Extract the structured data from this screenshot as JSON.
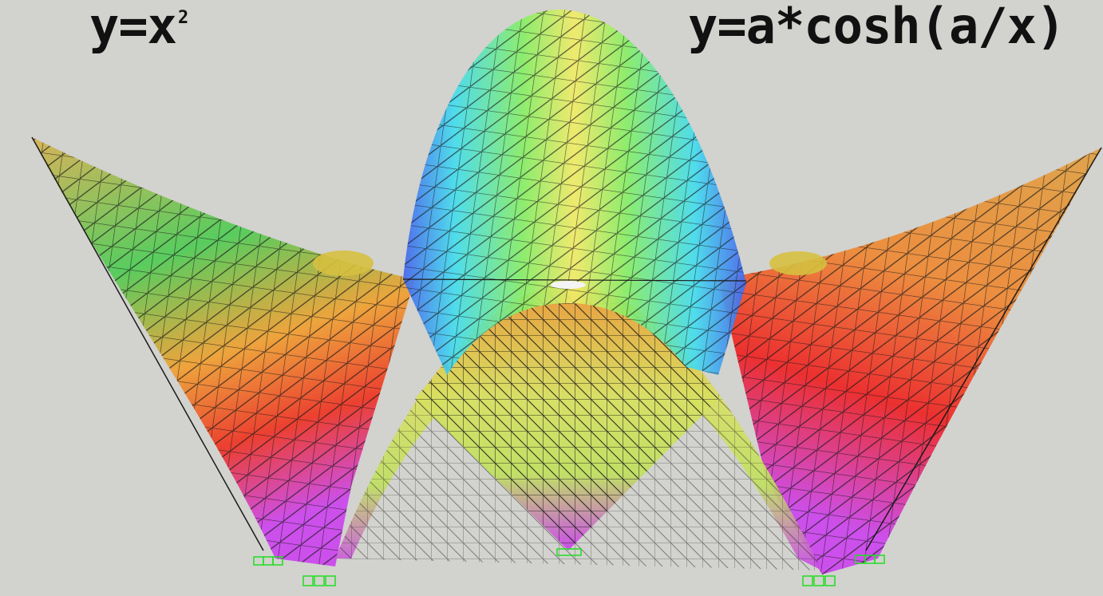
{
  "labels": {
    "left_base": "y=x",
    "left_exponent": "2",
    "right": "y=a*cosh(a/x)"
  },
  "colors": {
    "background": "#d2d2ce",
    "wire": "#1a1a1a",
    "support": "#22dd22"
  }
}
